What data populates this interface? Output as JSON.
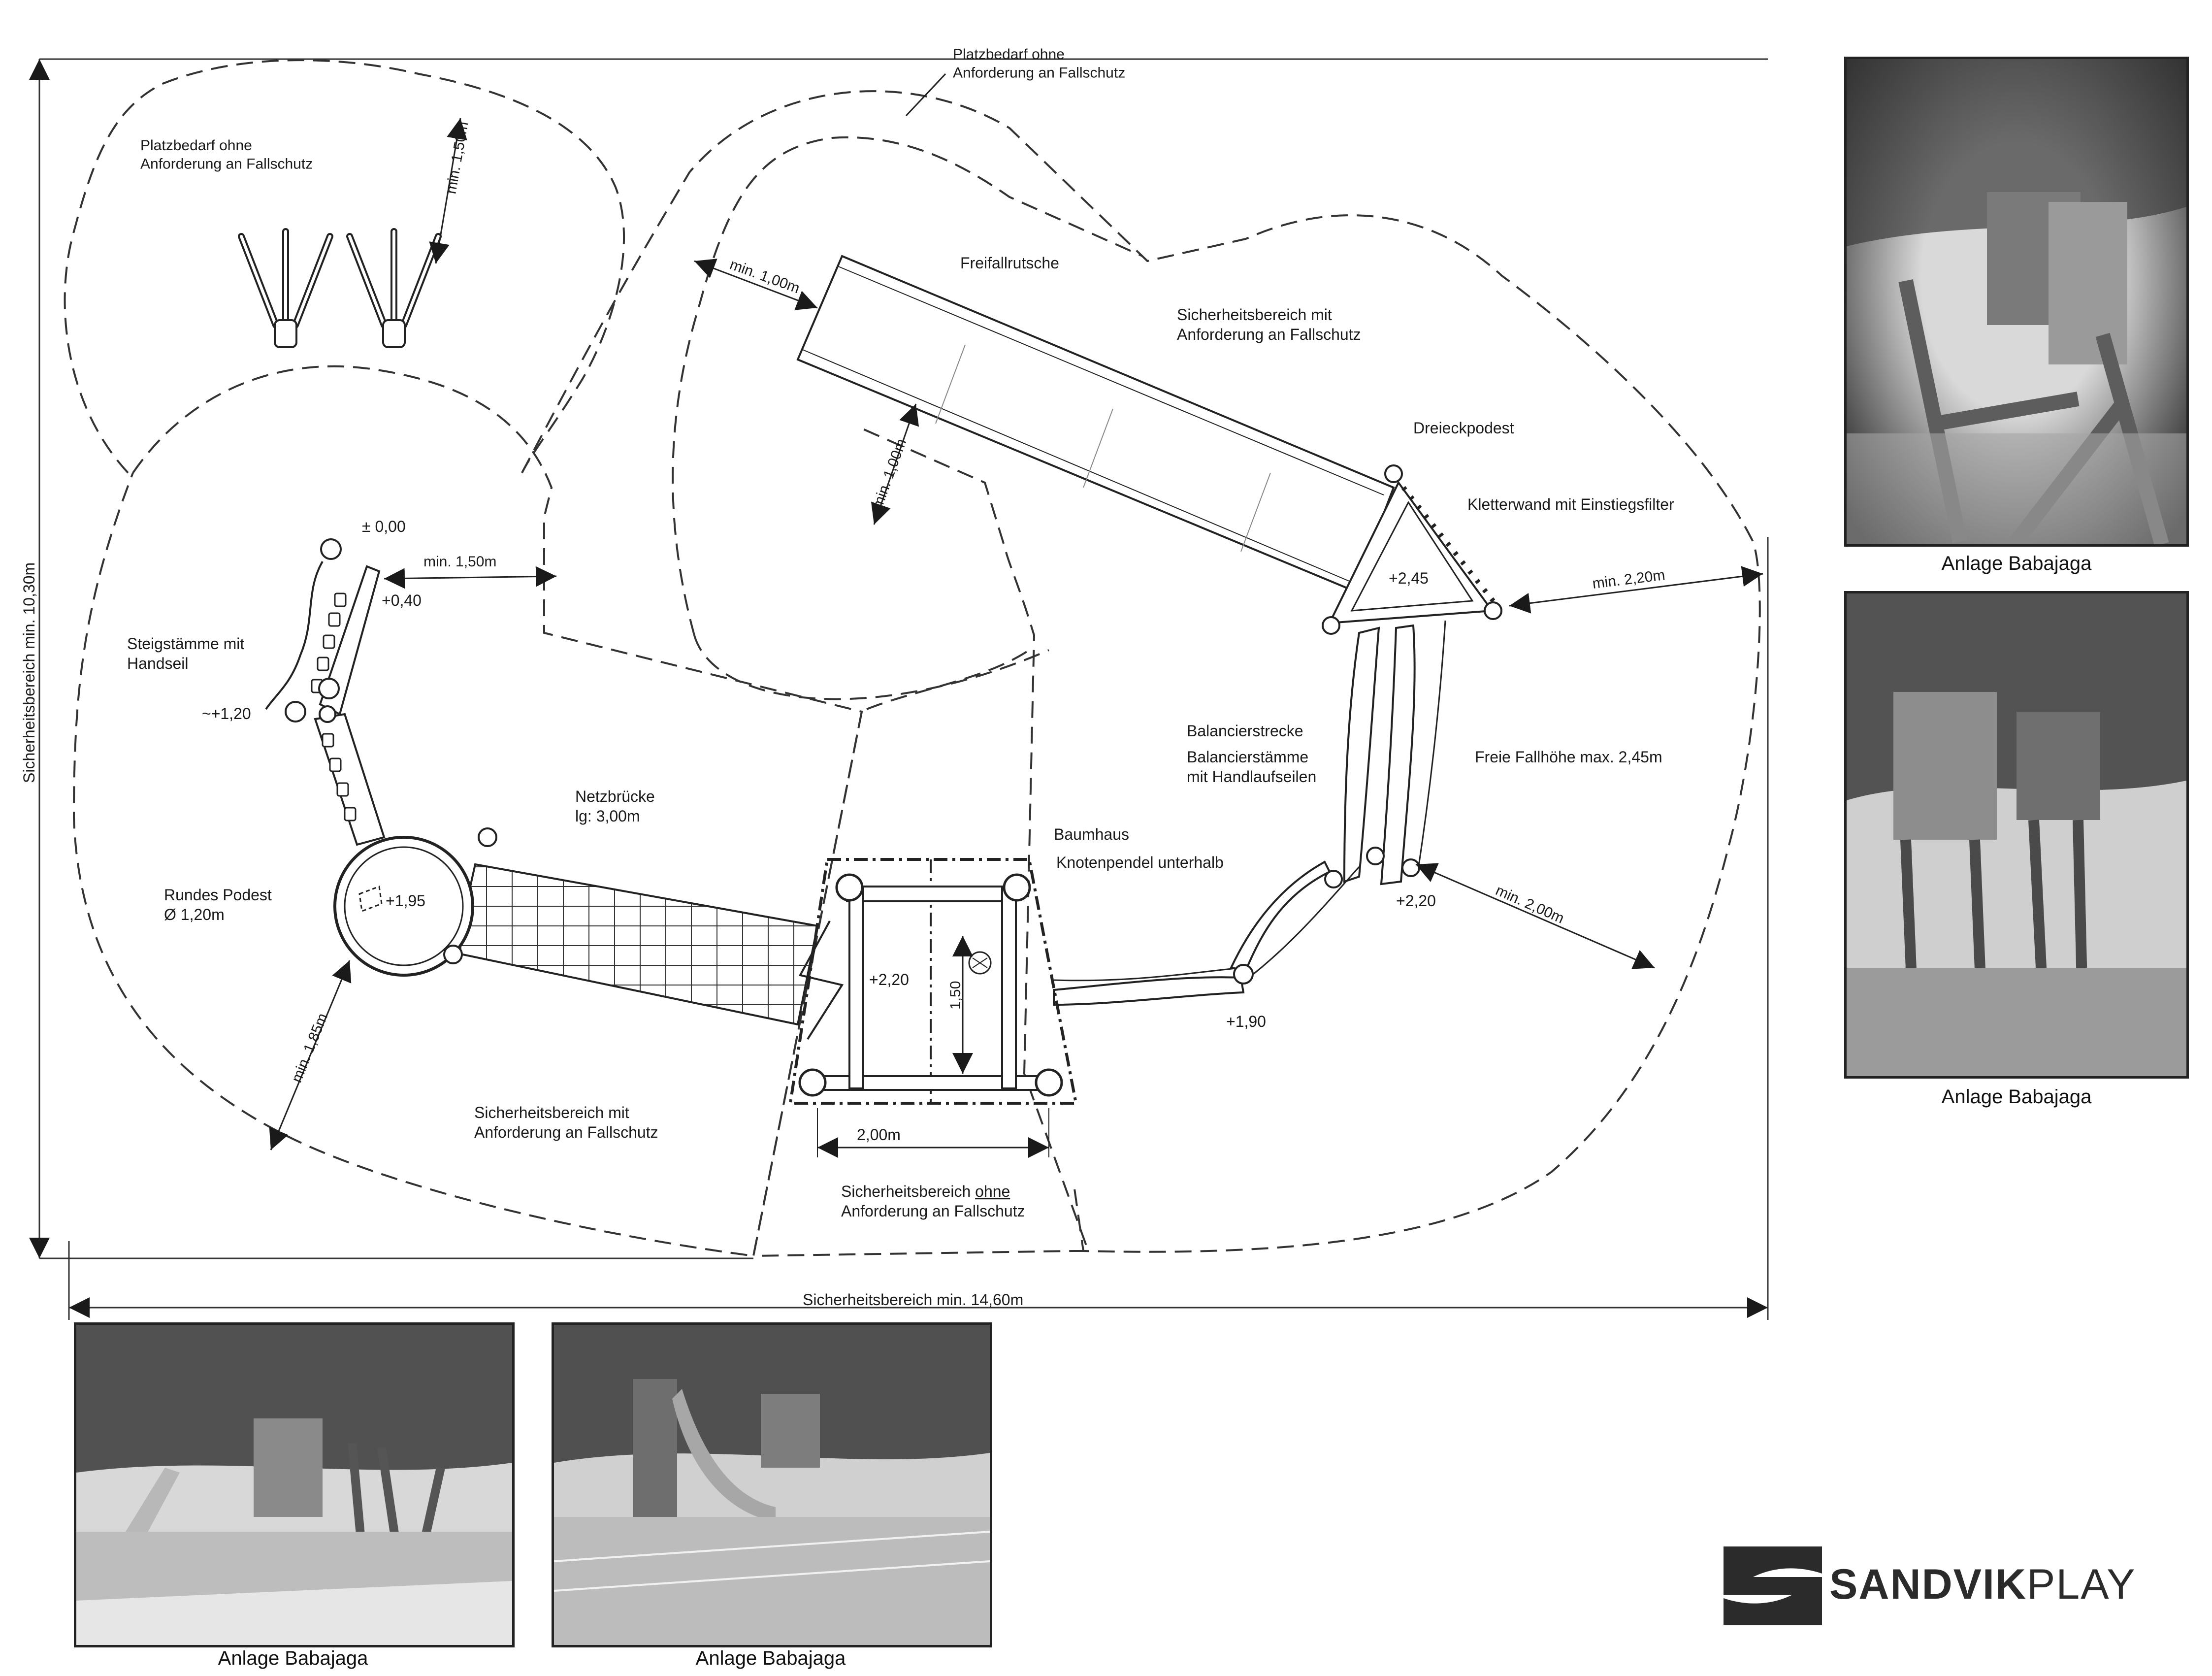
{
  "plan": {
    "labels": {
      "top_left_zone": "Platzbedarf ohne\nAnforderung an Fallschutz",
      "top_center_zone": "Platzbedarf ohne\nAnforderung an Fallschutz",
      "min_150_top": "min. 1,50m",
      "min_100_a": "min. 1,00m",
      "min_100_b": "min. 1,00m",
      "freifallrutsche": "Freifallrutsche",
      "safety_with_top": "Sicherheitsbereich mit\nAnforderung an Fallschutz",
      "dreieckpodest": "Dreieckpodest",
      "kletterwand": "Kletterwand mit Einstiegsfilter",
      "plus_245": "+2,45",
      "min_220": "min. 2,20m",
      "zero": "± 0,00",
      "min_150_mid": "min. 1,50m",
      "plus_040": "+0,40",
      "steigstaemme": "Steigstämme mit\nHandseil",
      "plus_120": "~+1,20",
      "netzbruecke": "Netzbrücke\nlg: 3,00m",
      "rundes_podest": "Rundes Podest\nØ 1,20m",
      "plus_195": "+1,95",
      "min_185": "min. 1,85m",
      "baumhaus": "Baumhaus",
      "knotenpendel": "Knotenpendel unterhalb",
      "plus_220_house": "+2,20",
      "dim_150": "1,50",
      "dim_200": "2,00m",
      "balancierstrecke": "Balancierstrecke",
      "balancierstaemme": "Balancierstämme\nmit Handlaufseilen",
      "freie_fallhoehe": "Freie Fallhöhe max. 2,45m",
      "plus_220_right": "+2,20",
      "min_200_right": "min. 2,00m",
      "plus_190": "+1,90",
      "safety_with_bottom": "Sicherheitsbereich mit\nAnforderung an Fallschutz",
      "safety_without_bottom_1": "Sicherheitsbereich ",
      "safety_without_bottom_ohne": "ohne",
      "safety_without_bottom_2": "Anforderung an Fallschutz",
      "dim_width": "Sicherheitsbereich min. 14,60m",
      "dim_height": "Sicherheitsbereich min. 10,30m"
    }
  },
  "photos": [
    {
      "caption": "Anlage Babajaga"
    },
    {
      "caption": "Anlage Babajaga"
    },
    {
      "caption": "Anlage Babajaga"
    },
    {
      "caption": "Anlage Babajaga"
    }
  ],
  "logo": {
    "brand_bold": "SANDVIK",
    "brand_light": "PLAY",
    "color": "#2b2b2b"
  }
}
